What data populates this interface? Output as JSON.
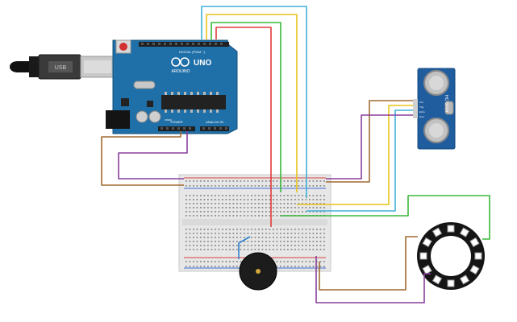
{
  "arduino": {
    "model": "UNO",
    "brand": "ARDUINO",
    "label_digital": "DIGITAL (PWM ~)",
    "label_power": "POWER",
    "label_analog": "ANALOG IN",
    "label_ioref": "IOREF",
    "board_color": "#1f6fa8",
    "chip_color": "#222222"
  },
  "usb": {
    "label": "USB"
  },
  "ultrasonic_sensor": {
    "label": "HC-SR04",
    "pins": [
      "Vcc",
      "Trig",
      "Echo",
      "Gnd"
    ],
    "board_color": "#1f5d9e"
  },
  "breadboard": {
    "color": "#e7e7e7",
    "rail_red": "#d94040",
    "rail_blue": "#3d6bd6"
  },
  "buzzer": {
    "color": "#1c1c1c"
  },
  "neopixel_ring": {
    "led_count": 12,
    "ring_color": "#151515"
  },
  "wires": {
    "red": "#e03a3a",
    "green": "#3ab83a",
    "yellow": "#e8c41a",
    "cyan": "#3fb0d8",
    "purple": "#8a3f9b",
    "brown": "#a06a32",
    "blue": "#2f82d0"
  }
}
